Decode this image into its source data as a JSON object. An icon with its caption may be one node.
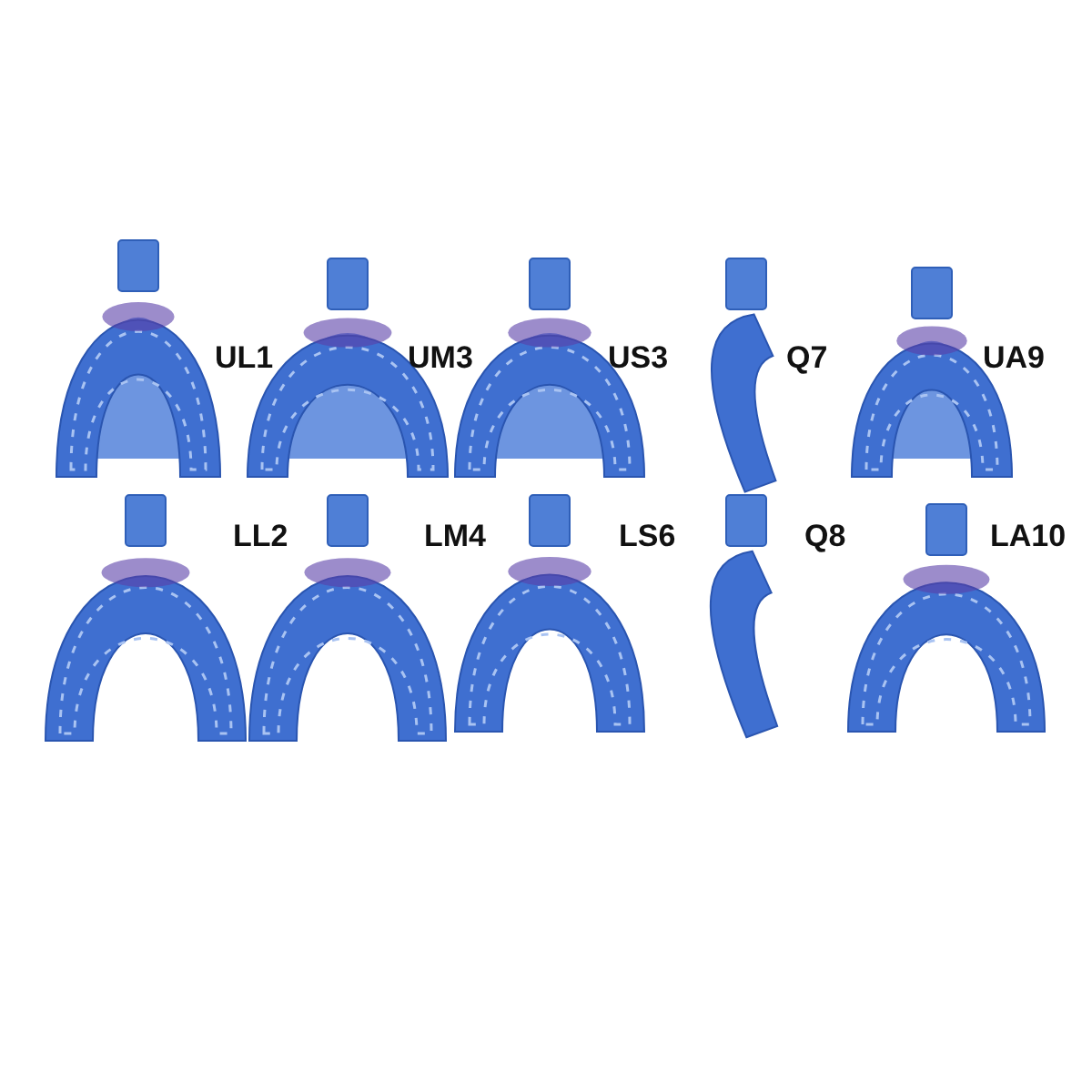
{
  "diagram": {
    "labels": [
      "UL1",
      "UM3",
      "US3",
      "Q7",
      "UA9",
      "LL2",
      "LM4",
      "LS6",
      "Q8",
      "LA10"
    ]
  }
}
